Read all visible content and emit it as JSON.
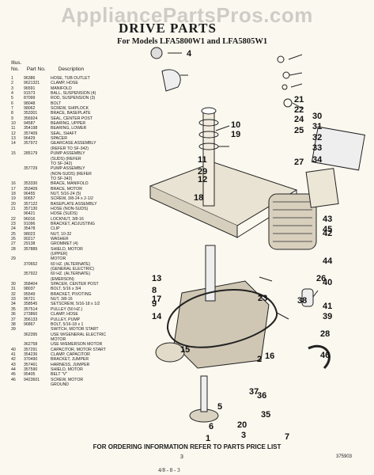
{
  "watermark": "AppliancePartsPros.com",
  "title": "DRIVE PARTS",
  "subtitle": "For Models LFA5800W1 and LFA5805W1",
  "list_header": {
    "col1": "Illus. No.",
    "col2": "Part No.",
    "col3": "Description"
  },
  "parts": [
    {
      "no": "1",
      "pn": "96386",
      "desc": "HOSE, TUB OUTLET"
    },
    {
      "no": "2",
      "pn": "9621321",
      "desc": "CLAMP, HOSE"
    },
    {
      "no": "3",
      "pn": "96591",
      "desc": "MANIFOLD"
    },
    {
      "no": "4",
      "pn": "91573",
      "desc": "BALL, SUSPENSION (4)"
    },
    {
      "no": "5",
      "pn": "87099",
      "desc": "ROD, SUSPENSION (3)"
    },
    {
      "no": "6",
      "pn": "98048",
      "desc": "BOLT"
    },
    {
      "no": "7",
      "pn": "98062",
      "desc": "SCREW, SHIPLOCK"
    },
    {
      "no": "8",
      "pn": "353301",
      "desc": "BRACE, BASEPLATE"
    },
    {
      "no": "9",
      "pn": "356924",
      "desc": "SEAL, CENTER POST"
    },
    {
      "no": "10",
      "pn": "94587",
      "desc": "BEARING, UPPER"
    },
    {
      "no": "11",
      "pn": "354198",
      "desc": "BEARING, LOWER"
    },
    {
      "no": "12",
      "pn": "357409",
      "desc": "SEAL, SHAFT"
    },
    {
      "no": "13",
      "pn": "96429",
      "desc": "SPACER"
    },
    {
      "no": "14",
      "pn": "357972",
      "desc": "GEARCASE ASSEMBLY"
    },
    {
      "no": "",
      "pn": "",
      "desc": "(REFER TO SF-342)"
    },
    {
      "no": "15",
      "pn": "285179",
      "desc": "PUMP ASSEMBLY"
    },
    {
      "no": "",
      "pn": "",
      "desc": "(SUDS) (REFER"
    },
    {
      "no": "",
      "pn": "",
      "desc": "TO SF-342)"
    },
    {
      "no": "",
      "pn": "357729",
      "desc": "PUMP ASSEMBLY"
    },
    {
      "no": "",
      "pn": "",
      "desc": "(NON-SUDS) (REFER"
    },
    {
      "no": "",
      "pn": "",
      "desc": "TO SF-342)"
    },
    {
      "no": "16",
      "pn": "353330",
      "desc": "BRACE, MANIFOLD"
    },
    {
      "no": "17",
      "pn": "353409",
      "desc": "BRACE, MOTOR"
    },
    {
      "no": "18",
      "pn": "96455",
      "desc": "NUT, 5/16-24 (5)"
    },
    {
      "no": "19",
      "pn": "90657",
      "desc": "SCREW, 3/8-24 x 2-1/2"
    },
    {
      "no": "20",
      "pn": "357122",
      "desc": "BASEPLATE ASSEMBLY"
    },
    {
      "no": "21",
      "pn": "357130",
      "desc": "HOSE (NON-SUDS)"
    },
    {
      "no": "",
      "pn": "96421",
      "desc": "HOSE (SUDS)"
    },
    {
      "no": "22",
      "pn": "96016",
      "desc": "LOCKNUT, 3/8-16"
    },
    {
      "no": "23",
      "pn": "91096",
      "desc": "BRACKET, ADJUSTING"
    },
    {
      "no": "24",
      "pn": "35478",
      "desc": "CLIP"
    },
    {
      "no": "25",
      "pn": "98023",
      "desc": "NUT, 10-32"
    },
    {
      "no": "26",
      "pn": "90217",
      "desc": "WASHER"
    },
    {
      "no": "27",
      "pn": "29138",
      "desc": "GROMMET (4)"
    },
    {
      "no": "28",
      "pn": "357889",
      "desc": "SHIELD, MOTOR"
    },
    {
      "no": "",
      "pn": "",
      "desc": "(UPPER)"
    },
    {
      "no": "29",
      "pn": "",
      "desc": "MOTOR"
    },
    {
      "no": "",
      "pn": "370652",
      "desc": "60 HZ. (ALTERNATE)"
    },
    {
      "no": "",
      "pn": "",
      "desc": "(GENERAL ELECTRIC)"
    },
    {
      "no": "",
      "pn": "357922",
      "desc": "60 HZ. (ALTERNATE)"
    },
    {
      "no": "",
      "pn": "",
      "desc": "(EMERSON)"
    },
    {
      "no": "30",
      "pn": "358404",
      "desc": "SPACER, CENTER POST"
    },
    {
      "no": "31",
      "pn": "98037",
      "desc": "BOLT, 5/16 x 3/4"
    },
    {
      "no": "32",
      "pn": "95549",
      "desc": "BRACKET, PIVOTING"
    },
    {
      "no": "33",
      "pn": "96721",
      "desc": "NUT, 3/8-16"
    },
    {
      "no": "34",
      "pn": "358545",
      "desc": "SETSCREW, 5/16-18 x 1/2"
    },
    {
      "no": "35",
      "pn": "357514",
      "desc": "PULLEY (50 HZ.)"
    },
    {
      "no": "36",
      "pn": "273860",
      "desc": "CLAMP, HOSE"
    },
    {
      "no": "37",
      "pn": "356133",
      "desc": "PULLEY, PUMP"
    },
    {
      "no": "38",
      "pn": "96867",
      "desc": "BOLT, 5/16-18 x 1"
    },
    {
      "no": "39",
      "pn": "",
      "desc": "SWITCH, MOTOR START"
    },
    {
      "no": "",
      "pn": "362395",
      "desc": "USE W/GENERAL ELECTRIC"
    },
    {
      "no": "",
      "pn": "",
      "desc": "MOTOR"
    },
    {
      "no": "",
      "pn": "362758",
      "desc": "USE W/EMERSON MOTOR"
    },
    {
      "no": "40",
      "pn": "357291",
      "desc": "CAPACITOR, MOTOR START"
    },
    {
      "no": "41",
      "pn": "354236",
      "desc": "CLAMP, CAPACITOR"
    },
    {
      "no": "42",
      "pn": "370490",
      "desc": "BRACKET, JUMPER"
    },
    {
      "no": "43",
      "pn": "357461",
      "desc": "HARNESS, JUMPER"
    },
    {
      "no": "44",
      "pn": "357590",
      "desc": "SHIELD, MOTOR"
    },
    {
      "no": "45",
      "pn": "95405",
      "desc": "BELT \"V\""
    },
    {
      "no": "46",
      "pn": "9423601",
      "desc": "SCREW, MOTOR"
    },
    {
      "no": "",
      "pn": "",
      "desc": "GROUND"
    }
  ],
  "callouts": [
    "1",
    "2",
    "3",
    "4",
    "5",
    "6",
    "7",
    "8",
    "9",
    "10",
    "11",
    "12",
    "13",
    "14",
    "15",
    "16",
    "17",
    "18",
    "19",
    "20",
    "21",
    "22",
    "23",
    "24",
    "25",
    "26",
    "27",
    "28",
    "29",
    "30",
    "31",
    "32",
    "33",
    "34",
    "35",
    "36",
    "37",
    "38",
    "39",
    "40",
    "41",
    "42",
    "43",
    "44",
    "45",
    "46"
  ],
  "footer": "FOR ORDERING INFORMATION REFER TO PARTS PRICE LIST",
  "page_number": "3",
  "parts_list_number": "375903",
  "scribble": "4/8 - 8 - 3"
}
